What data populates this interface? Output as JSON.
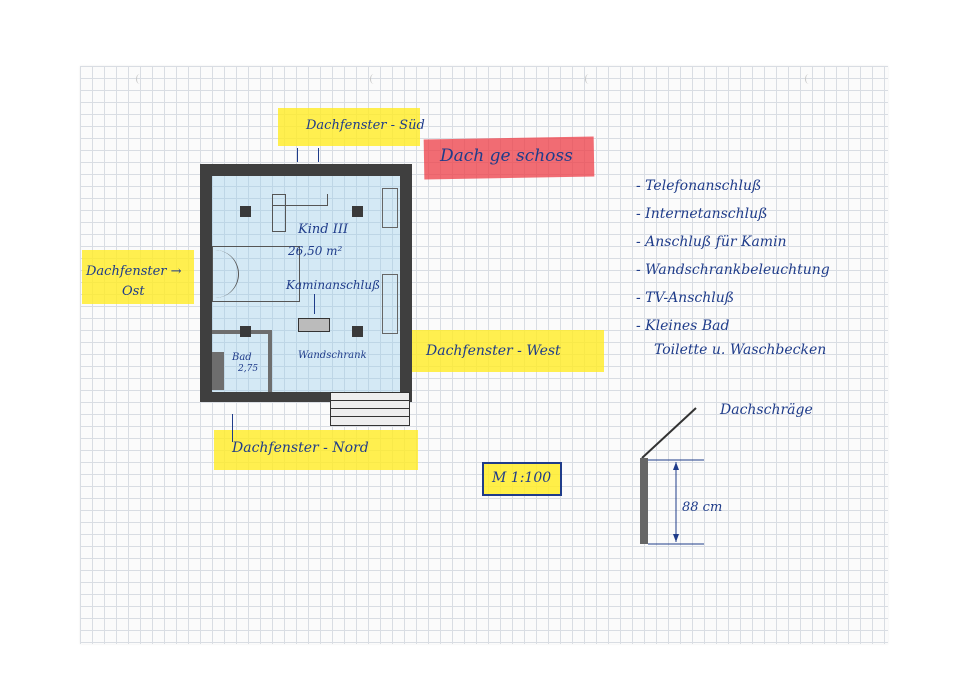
{
  "title": "Dach ge schoss",
  "windows": {
    "south": "Dachfenster - Süd",
    "east_line1": "Dachfenster →",
    "east_line2": "Ost",
    "west": "Dachfenster - West",
    "north": "Dachfenster - Nord"
  },
  "room": {
    "name": "Kind III",
    "area": "26,50 m²",
    "fireplace_label": "Kaminanschluß",
    "bath_label": "Bad",
    "bath_area": "2,75",
    "wardrobe_label": "Wandschrank"
  },
  "notes": [
    "- Telefonanschluß",
    "- Internetanschluß",
    "- Anschluß für Kamin",
    "- Wandschrankbeleuchtung",
    "- TV-Anschluß",
    "- Kleines Bad",
    "Toilette u. Waschbecken"
  ],
  "scale": "M 1:100",
  "roof_slope": {
    "label": "Dachschräge",
    "height": "88 cm"
  },
  "colors": {
    "ink": "#1f3c8a",
    "highlight_yellow": "#ffec28",
    "highlight_red": "#ee3c46",
    "wall": "#3f3f3f"
  }
}
